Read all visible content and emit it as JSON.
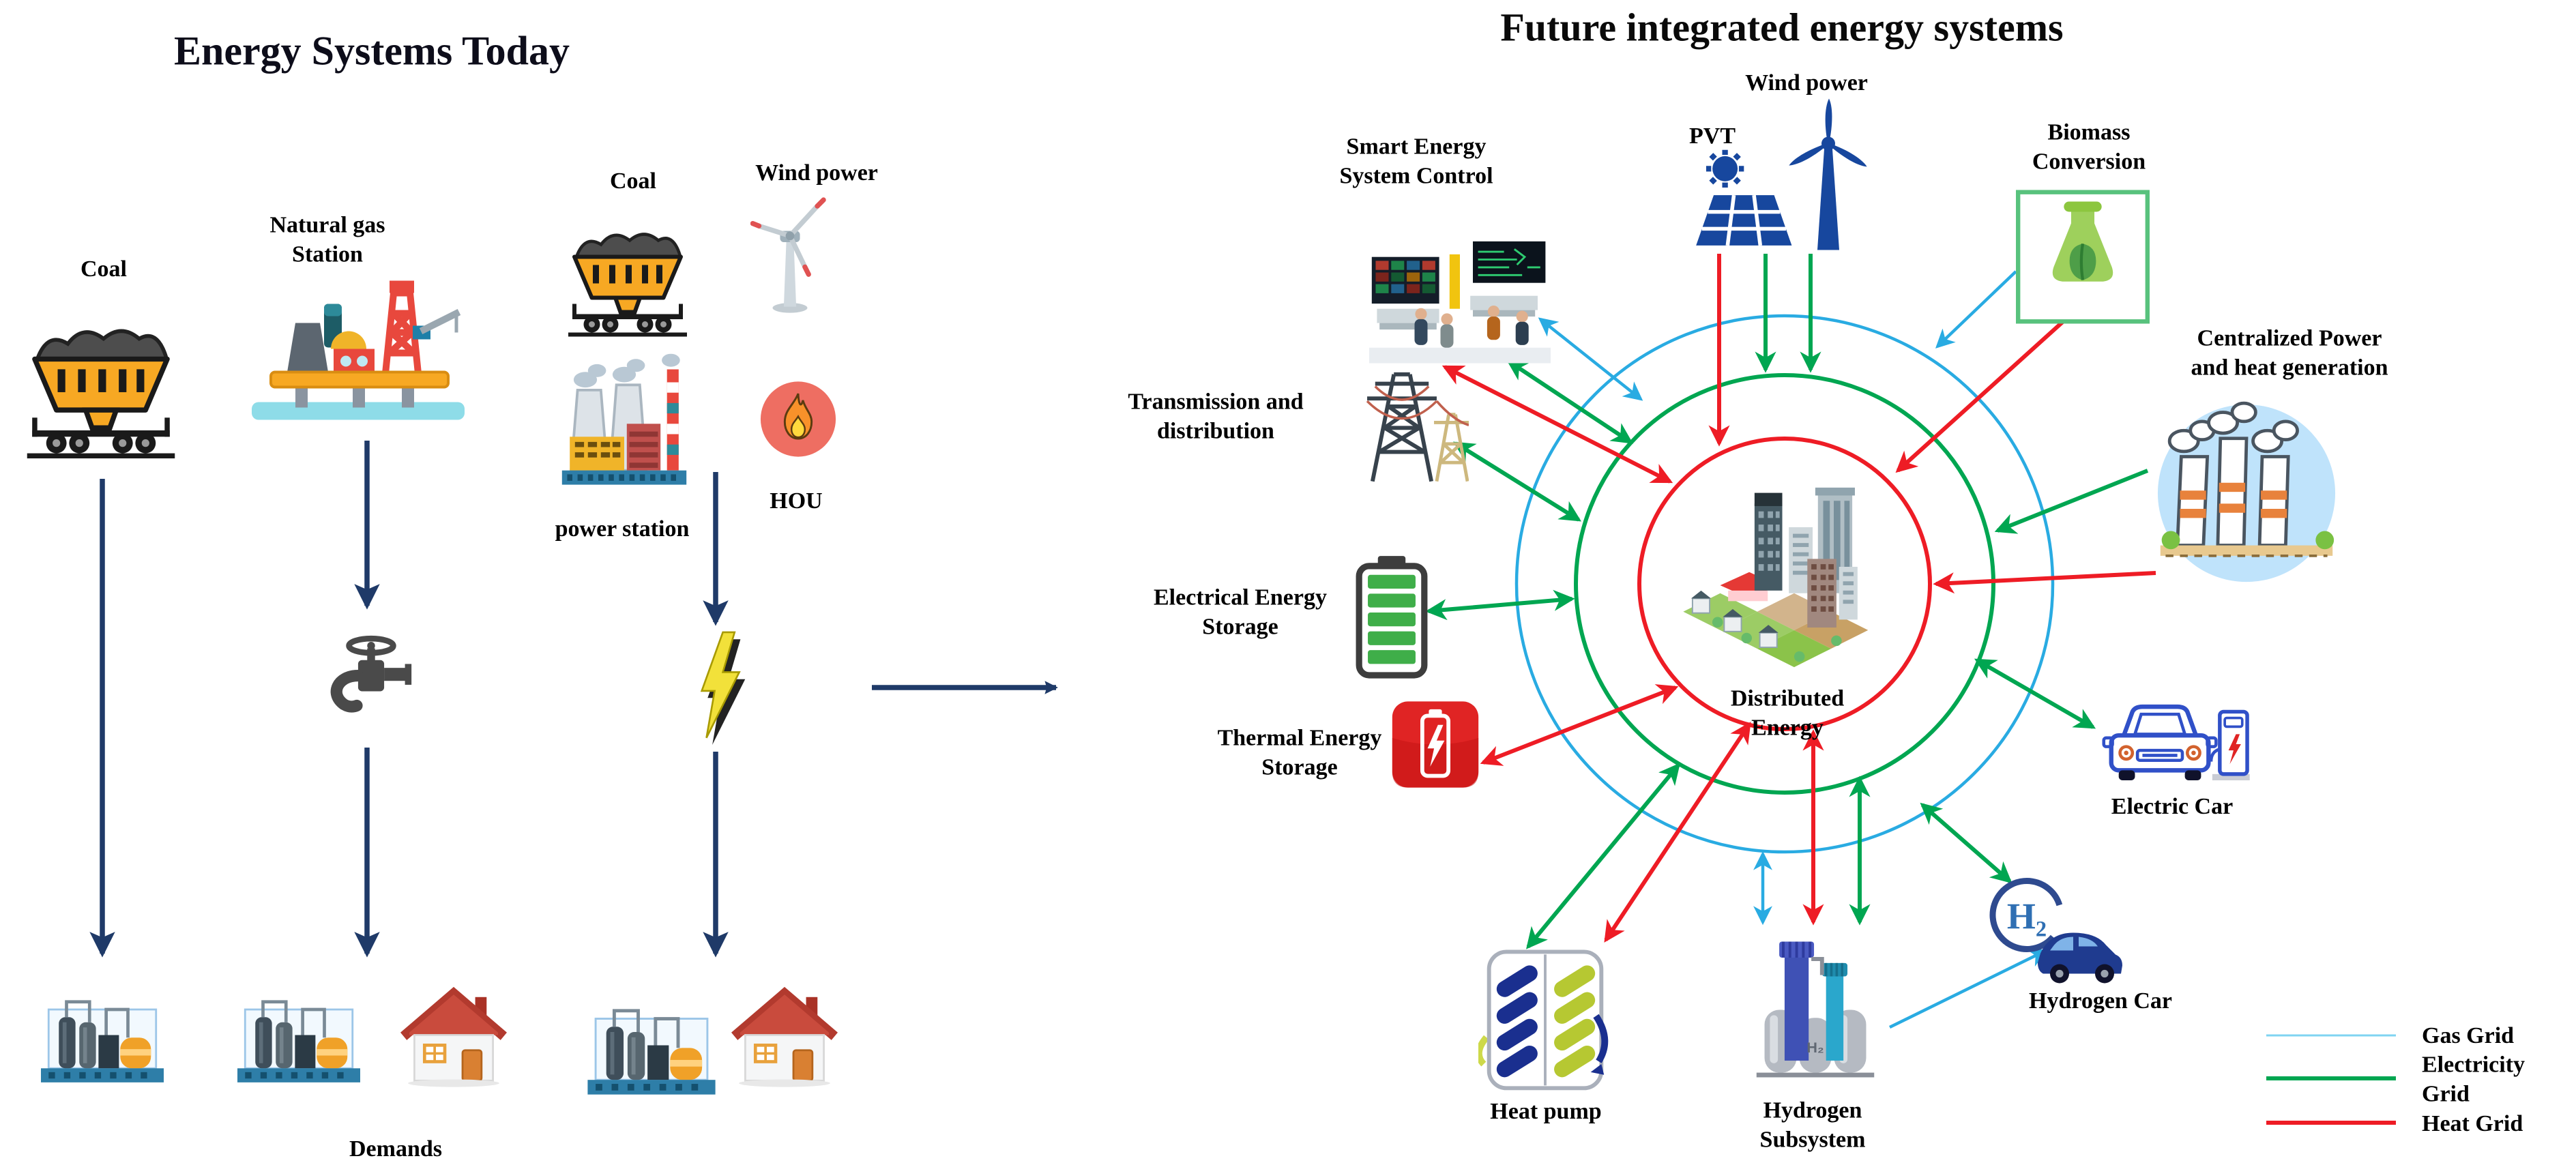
{
  "left": {
    "title": "Energy Systems Today",
    "coal_a": "Coal",
    "natural_gas_station": "Natural gas\nStation",
    "coal_b": "Coal",
    "power_station": "power station",
    "wind_power": "Wind power",
    "hou": "HOU",
    "demands": "Demands"
  },
  "right": {
    "title": "Future integrated energy systems",
    "wind_power": "Wind power",
    "pvt": "PVT",
    "smart_energy": "Smart Energy\nSystem Control",
    "biomass": "Biomass\nConversion",
    "centralized": "Centralized Power\nand heat generation",
    "transmission": "Transmission and\ndistribution",
    "electrical_storage": "Electrical Energy\nStorage",
    "thermal_storage": "Thermal Energy\nStorage",
    "heat_pump": "Heat pump",
    "hydrogen_subsystem": "Hydrogen\nSubsystem",
    "hydrogen_car": "Hydrogen Car",
    "electric_car": "Electric Car",
    "distributed_energy": "Distributed\nEnergy"
  },
  "legend": {
    "gas": "Gas Grid",
    "electricity": "Electricity Grid",
    "heat": "Heat Grid"
  },
  "colors": {
    "gas": "#29abe2",
    "electricity": "#00a651",
    "heat": "#ee1c25",
    "flow": "#1f3a68"
  },
  "icons": {
    "hydrogen_symbol": "H₂"
  }
}
